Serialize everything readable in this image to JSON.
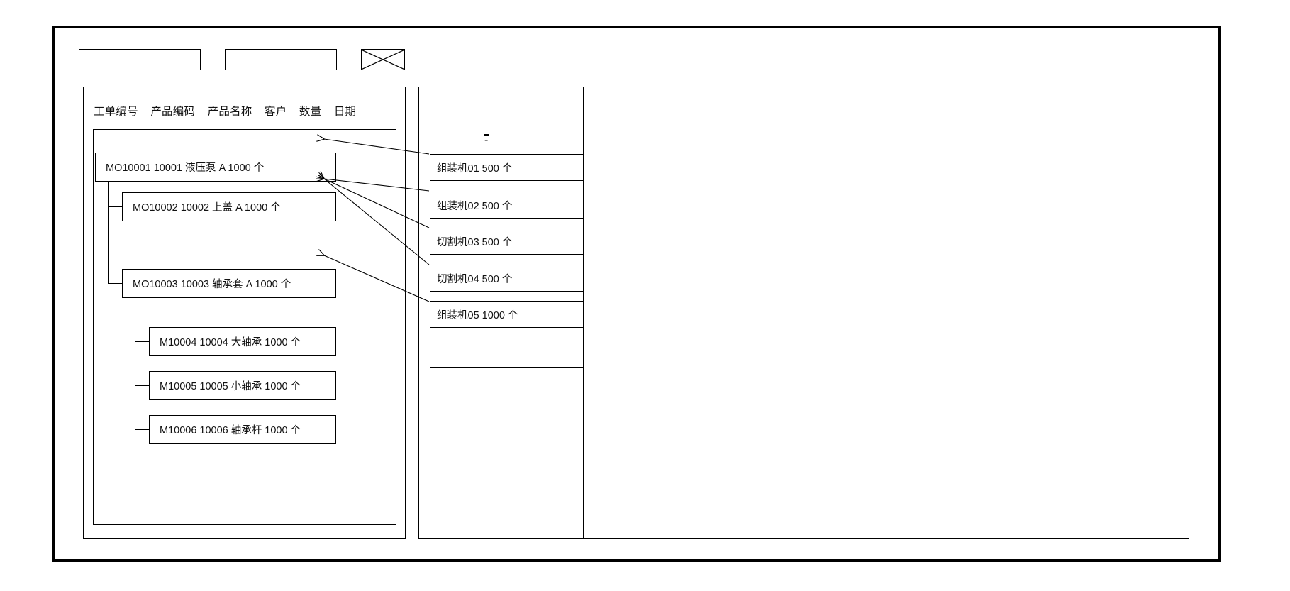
{
  "window": {
    "title": ""
  },
  "toolbar": {
    "field_1": "",
    "field_1_placeholder": "",
    "field_2": "",
    "field_2_placeholder": "",
    "icon_button_label": "",
    "icon_name": "crossed-box-icon"
  },
  "left_panel": {
    "columns": [
      "工单编号",
      "产品编码",
      "产品名称",
      "客户",
      "数量",
      "日期"
    ],
    "rows": [
      {
        "level": 0,
        "order_no": "MO10001",
        "product_code": "10001",
        "product_name": "液压泵",
        "customer": "A",
        "quantity": "1000",
        "unit": "个"
      },
      {
        "level": 1,
        "order_no": "MO10002",
        "product_code": "10002",
        "product_name": "上盖",
        "customer": "A",
        "quantity": "1000",
        "unit": "个"
      },
      {
        "level": 1,
        "order_no": "MO10003",
        "product_code": "10003",
        "product_name": "轴承套",
        "customer": "A",
        "quantity": "1000",
        "unit": "个"
      },
      {
        "level": 2,
        "order_no": "M10004",
        "product_code": "10004",
        "product_name": "大轴承",
        "customer": "",
        "quantity": "1000",
        "unit": "个"
      },
      {
        "level": 2,
        "order_no": "M10005",
        "product_code": "10005",
        "product_name": "小轴承",
        "customer": "",
        "quantity": "1000",
        "unit": "个"
      },
      {
        "level": 2,
        "order_no": "M10006",
        "product_code": "10006",
        "product_name": "轴承杆",
        "customer": "",
        "quantity": "1000",
        "unit": "个"
      }
    ],
    "row_texts": [
      "MO10001    10001   液压泵   A    1000  个",
      "MO10002  10002   上盖   A   1000   个",
      "MO10003  10003   轴承套 A    1000    个",
      "M10004 10004  大轴承  1000   个",
      "M10005  10005  小轴承  1000   个",
      "M10006  10006  轴承杆  1000   个"
    ]
  },
  "middle_panel": {
    "marker": "-",
    "cards": [
      {
        "machine": "组装机01",
        "quantity": "500",
        "unit": "个",
        "text": "组装机01    500  个"
      },
      {
        "machine": "组装机02",
        "quantity": "500",
        "unit": "个",
        "text": "组装机02    500   个"
      },
      {
        "machine": "切割机03",
        "quantity": "500",
        "unit": "个",
        "text": "切割机03   500   个"
      },
      {
        "machine": "切割机04",
        "quantity": "500",
        "unit": "个",
        "text": "切割机04  500  个"
      },
      {
        "machine": "组装机05",
        "quantity": "1000",
        "unit": "个",
        "text": "组装机05   1000 个"
      },
      {
        "machine": "",
        "quantity": "",
        "unit": "",
        "text": ""
      }
    ]
  },
  "right_panel": {
    "header": "",
    "body": ""
  },
  "colors": {
    "stroke": "#000000",
    "background": "#ffffff",
    "text": "#111111"
  }
}
